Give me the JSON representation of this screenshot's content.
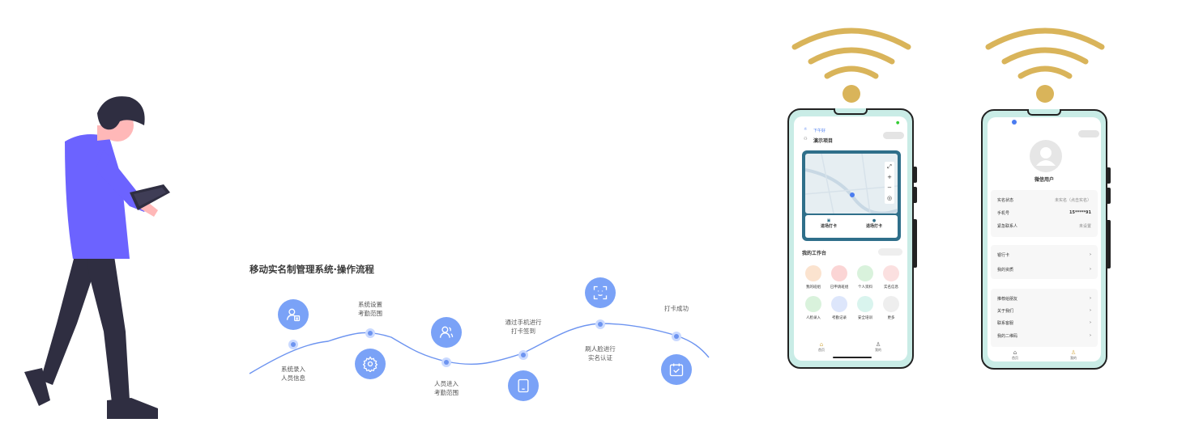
{
  "flow": {
    "title": "移动实名制管理系统·操作流程",
    "steps": [
      {
        "line1": "系统录入",
        "line2": "人员信息",
        "icon": "user-card-icon"
      },
      {
        "line1": "系统设置",
        "line2": "考勤范围",
        "icon": "gear-icon"
      },
      {
        "line1": "人员进入",
        "line2": "考勤范围",
        "icon": "users-icon"
      },
      {
        "line1": "通过手机进行",
        "line2": "打卡签到",
        "icon": "tablet-icon"
      },
      {
        "line1": "刷人脸进行",
        "line2": "实名认证",
        "icon": "face-scan-icon"
      },
      {
        "line1": "打卡成功",
        "line2": "",
        "icon": "calendar-check-icon"
      }
    ]
  },
  "colors": {
    "accent": "#7aa2f7",
    "curve": "#6d94f0",
    "wifi": "#d9b45a",
    "phone_frame": "#c9ece6",
    "person_shirt": "#6c63ff",
    "person_pants": "#2f2e41",
    "map_frame": "#2f6f8a"
  },
  "phone1": {
    "greeting": "下午好",
    "project": "演示项目",
    "checkin": "进场打卡",
    "checkout": "退场打卡",
    "workbench": "我的工作台",
    "grid": [
      {
        "label": "我的班组",
        "color": "#fbe3cf"
      },
      {
        "label": "已申请班组",
        "color": "#fbd5d5"
      },
      {
        "label": "个人资料",
        "color": "#d9f2dc"
      },
      {
        "label": "实名信息",
        "color": "#fbe0e0"
      },
      {
        "label": "人脸录入",
        "color": "#d9f2dc"
      },
      {
        "label": "考勤记录",
        "color": "#dde6fb"
      },
      {
        "label": "安全培训",
        "color": "#d9f4ee"
      },
      {
        "label": "更多",
        "color": "#eeeeee"
      }
    ],
    "tabs": [
      "首页",
      "我的"
    ]
  },
  "phone2": {
    "username": "微信用户",
    "info_rows": [
      {
        "label": "实名状态",
        "value": "未实名（点击实名）"
      },
      {
        "label": "手机号",
        "value": "15*****91"
      },
      {
        "label": "紧急联系人",
        "value": "未设置"
      }
    ],
    "menu_rows_1": [
      "银行卡",
      "我的资质"
    ],
    "menu_rows_2": [
      "推荐给朋友",
      "关于我们",
      "联系客服",
      "我的二维码"
    ],
    "tabs": [
      "首页",
      "我的"
    ]
  }
}
